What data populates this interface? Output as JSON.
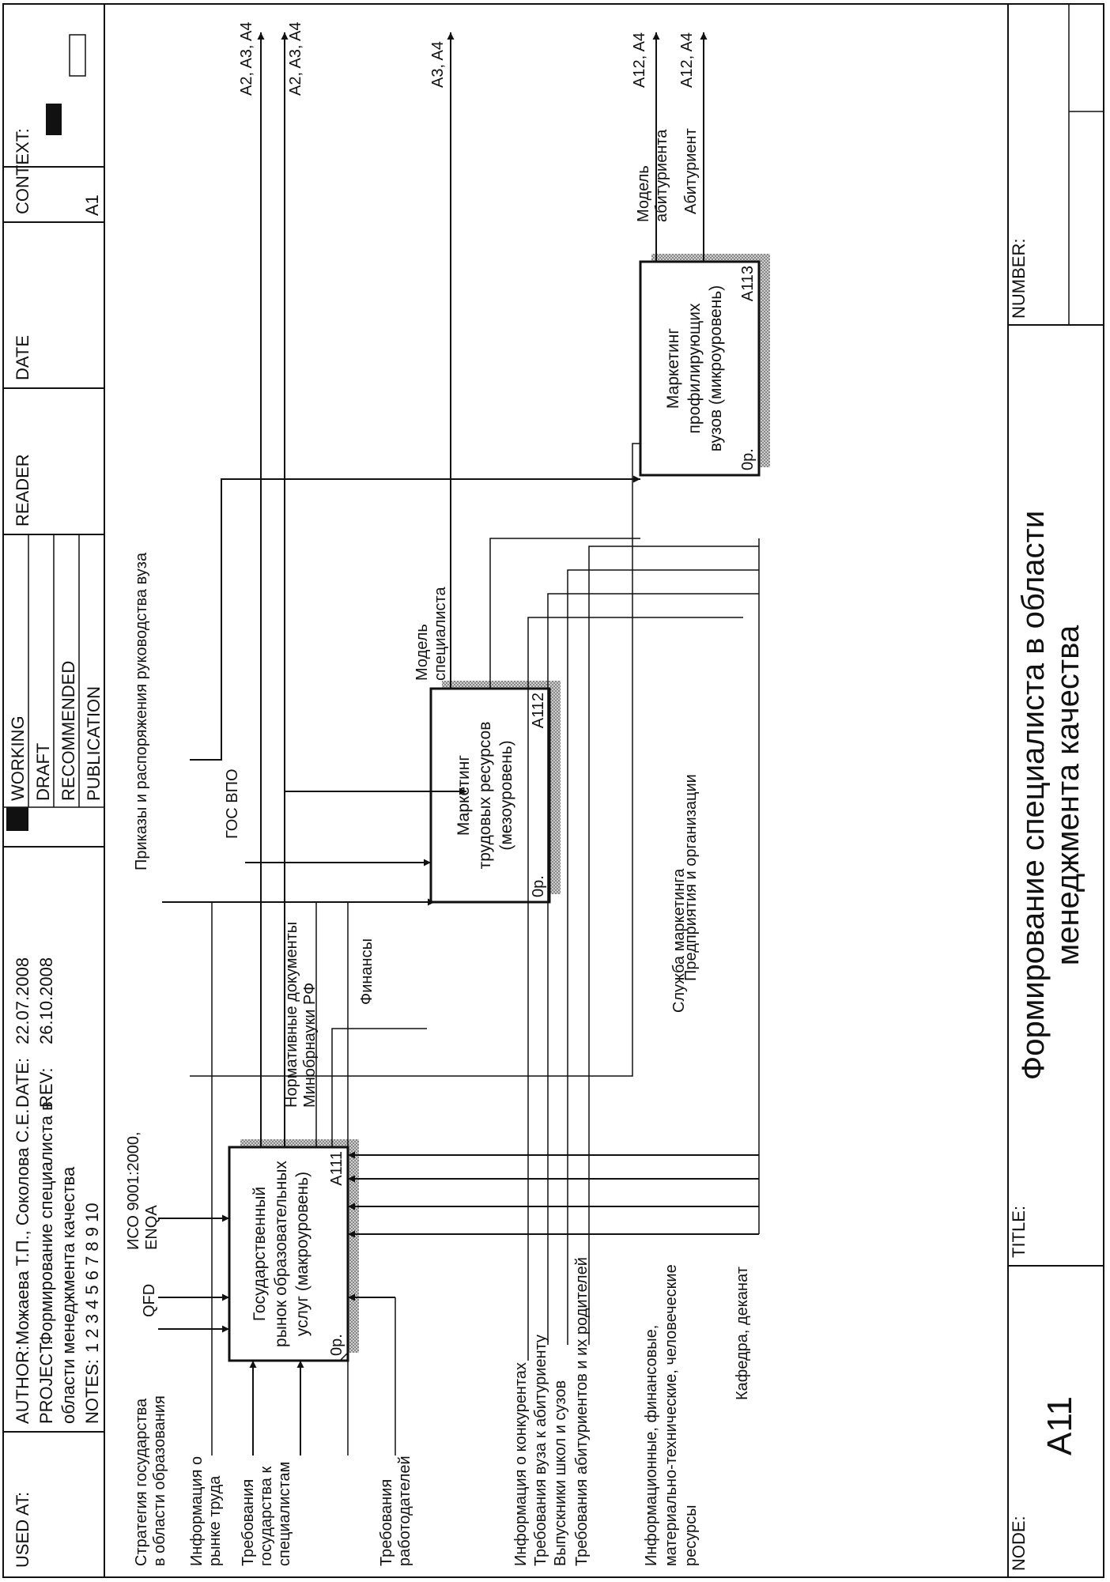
{
  "header": {
    "used_at_label": "USED AT:",
    "author_label": "AUTHOR:",
    "author": "Можаева Т.П., Соколова С.Е.",
    "project_label": "PROJECT:",
    "project_line1": "Формирование специалиста в",
    "project_line2": "области менеджмента качества",
    "notes_label": "NOTES:",
    "notes": "1  2  3  4  5  6  7  8  9  10",
    "date_label": "DATE:",
    "date": "22.07.2008",
    "rev_label": "REV:",
    "rev": "26.10.2008",
    "status": [
      "WORKING",
      "DRAFT",
      "RECOMMENDED",
      "PUBLICATION"
    ],
    "reader_label": "READER",
    "date_col_label": "DATE",
    "context_label": "CONTEXT:",
    "context_node": "A1"
  },
  "footer": {
    "node_label": "NODE:",
    "node": "A11",
    "title_label": "TITLE:",
    "title_line1": "Формирование специалиста в области",
    "title_line2": "менеджмента качества",
    "number_label": "NUMBER:"
  },
  "boxes": [
    {
      "line1": "Государственный",
      "line2": "рынок образовательных",
      "line3": "услуг (макроуровень)",
      "code": "A111",
      "cost": "0р."
    },
    {
      "line1": "Маркетинг",
      "line2": "трудовых ресурсов",
      "line3": "(мезоуровень)",
      "code": "A112",
      "cost": "0р."
    },
    {
      "line1": "Маркетинг",
      "line2": "профилирующих",
      "line3": "вузов (микроуровень)",
      "code": "A113",
      "cost": "0р."
    }
  ],
  "inputs": {
    "strategy": [
      "Стратегия государства",
      "в области образования"
    ],
    "labor_info": [
      "Информация о",
      "рынке труда"
    ],
    "state_req": [
      "Требования",
      "государства к",
      "специалистам"
    ],
    "employer_req": [
      "Требования",
      "работодателей"
    ],
    "competitors": "Информация о конкурентах",
    "applicant_req": "Требования вуза к абитуриенту",
    "graduates": "Выпускники школ и сузов",
    "parents_req": "Требования абитуриентов и их родителей"
  },
  "controls": {
    "qfd": "QFD",
    "iso": [
      "ИСО 9001:2000,",
      "ENQA"
    ],
    "gos": "ГОС ВПО",
    "norm": [
      "Нормативные документы",
      "Минобрнауки РФ"
    ],
    "finance": "Финансы",
    "orders": "Приказы и распоряжения руководства вуза"
  },
  "mechanisms": {
    "enterprises": "Предприятия и организации",
    "marketing_service": "Служба маркетинга",
    "resources": [
      "Информационные, финансовые,",
      "материально-технические, человеческие",
      "ресурсы"
    ],
    "department": "Кафедра, деканат"
  },
  "outputs": {
    "model_specialist": [
      "Модель",
      "специалиста"
    ],
    "model_applicant": [
      "Модель",
      "абитуриента"
    ],
    "applicant": "Абитуриент",
    "ref1": "A2, A3, A4",
    "ref2": "A2, A3, A4",
    "ref3": "A3, A4",
    "ref4": "A12, A4",
    "ref5": "A12, A4"
  }
}
